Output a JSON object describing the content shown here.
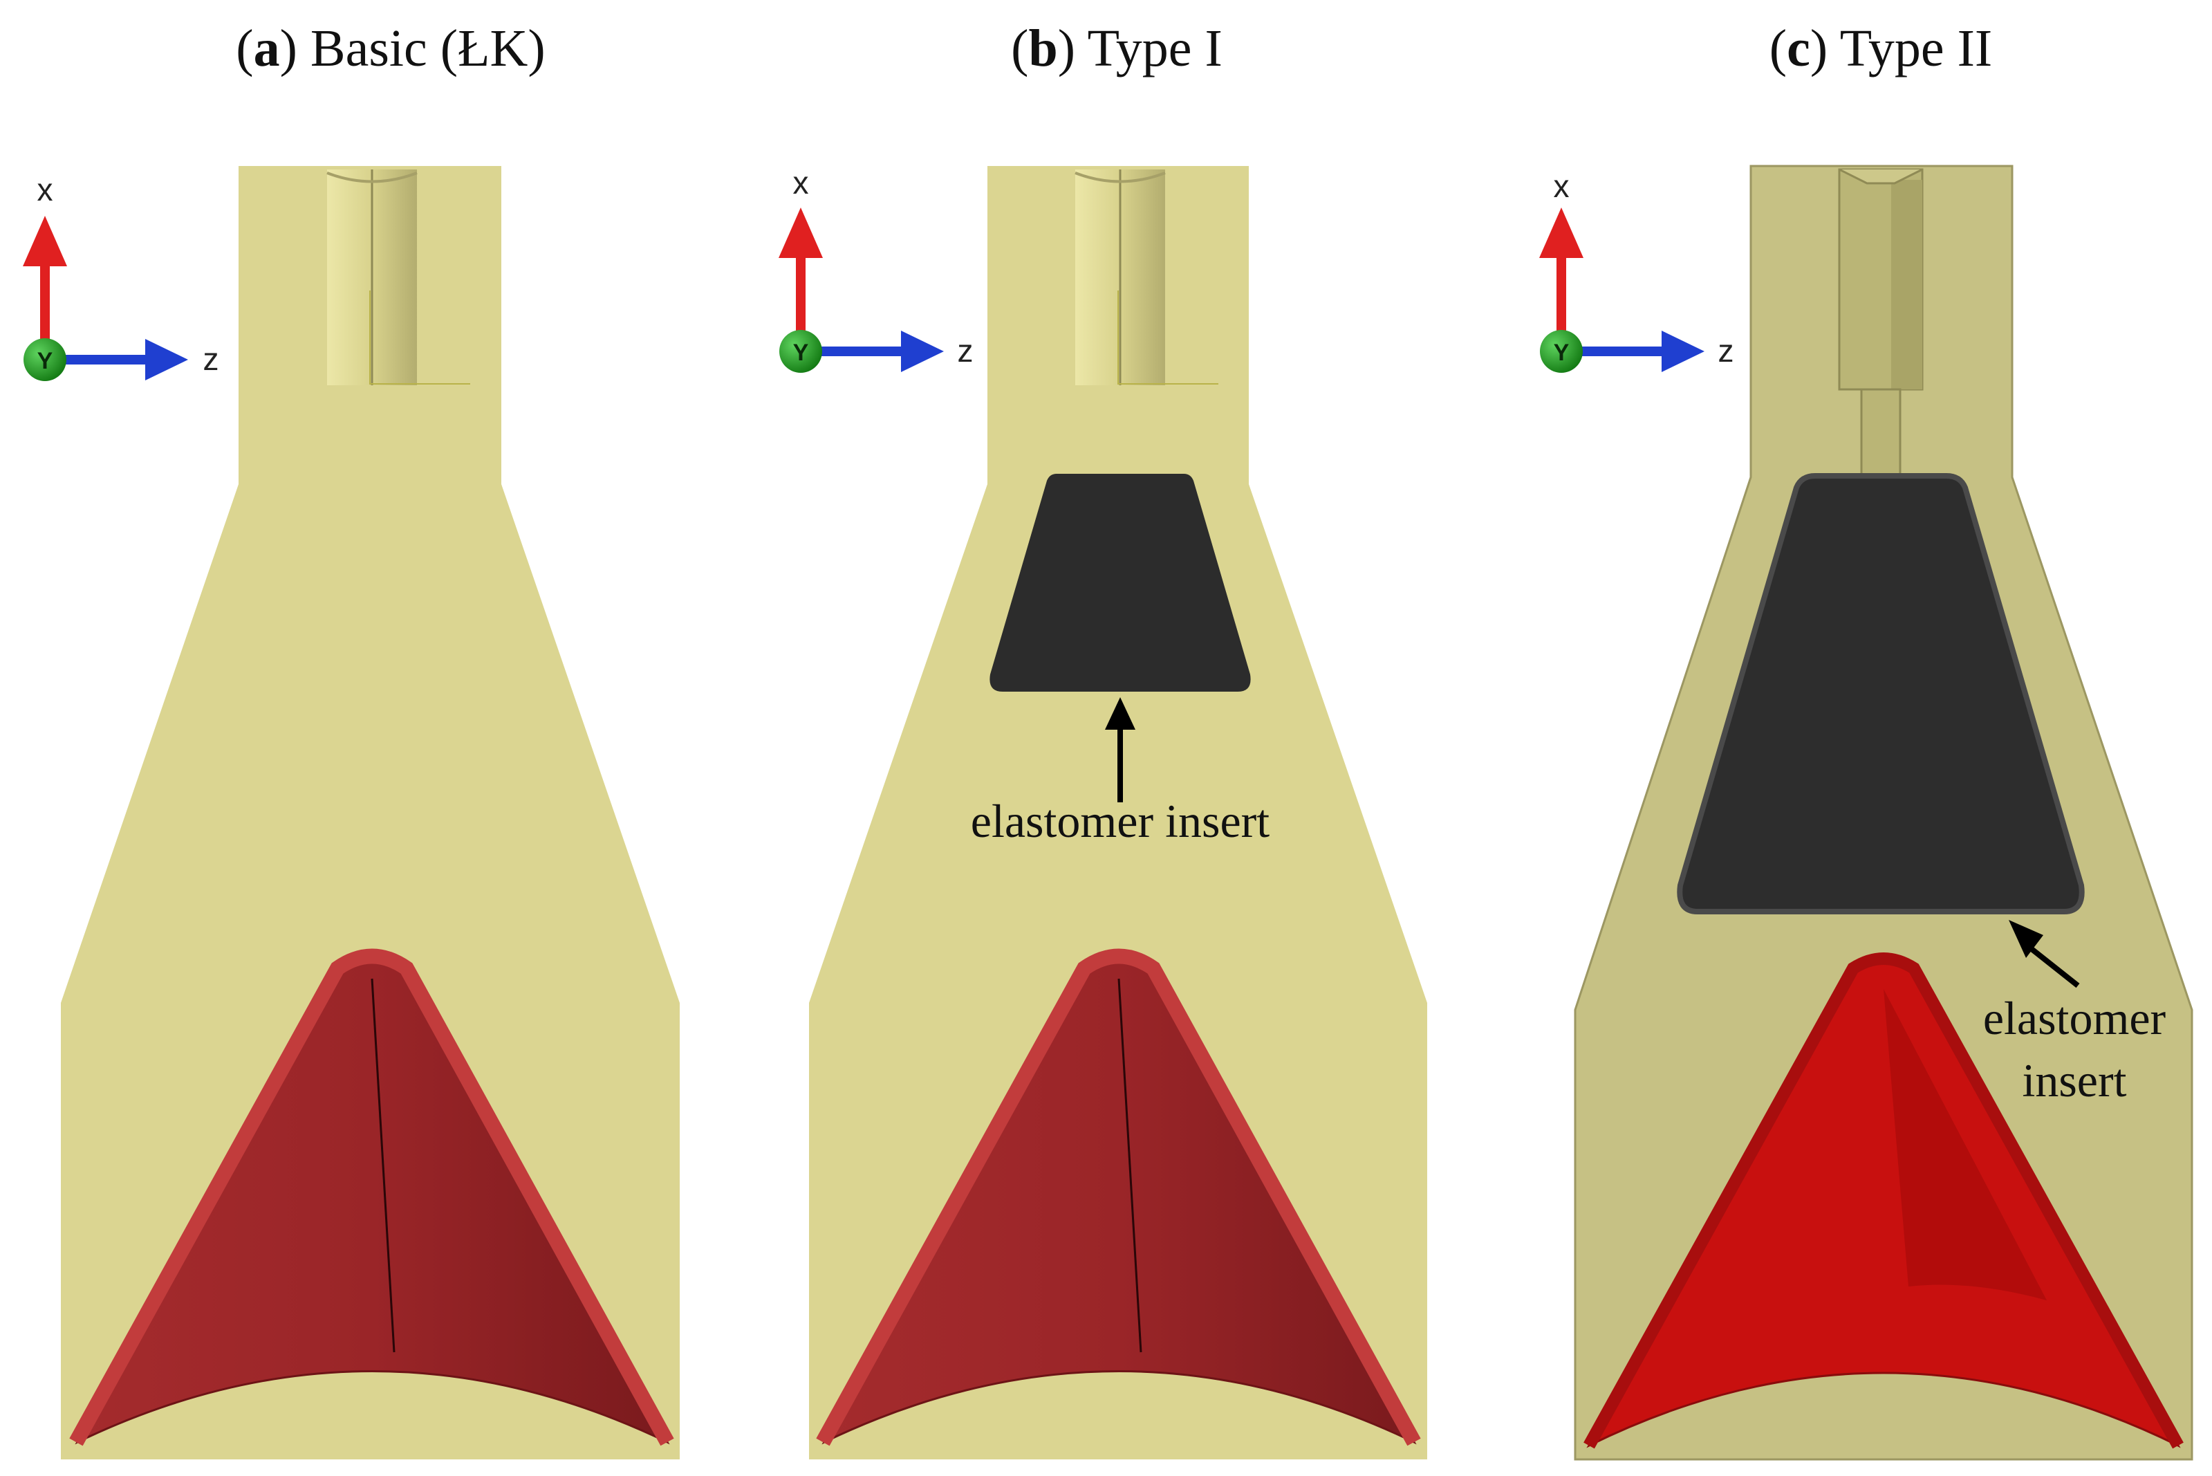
{
  "panels": [
    {
      "letter": "a",
      "title": " Basic (ŁK)",
      "variant": "basic",
      "has_insert": false
    },
    {
      "letter": "b",
      "title": " Type I",
      "variant": "type1",
      "has_insert": true
    },
    {
      "letter": "c",
      "title": " Type II",
      "variant": "type2",
      "has_insert": true
    }
  ],
  "axes": {
    "x": "x",
    "y": "Y",
    "z": "z"
  },
  "annotations": {
    "panel_b_label": "elastomer insert",
    "panel_c_label_line1": "elastomer",
    "panel_c_label_line2": "insert"
  },
  "colors": {
    "body_light": "#dbd591",
    "body_dark": "#c6c184",
    "insert": "#2c2c2c",
    "liner": "#b83232",
    "liner_dark": "#7d1a1c",
    "liner_type2": "#cc1010",
    "axis_x": "#e02020",
    "axis_z": "#1f3fd0",
    "axis_y": "#1fa31f"
  }
}
